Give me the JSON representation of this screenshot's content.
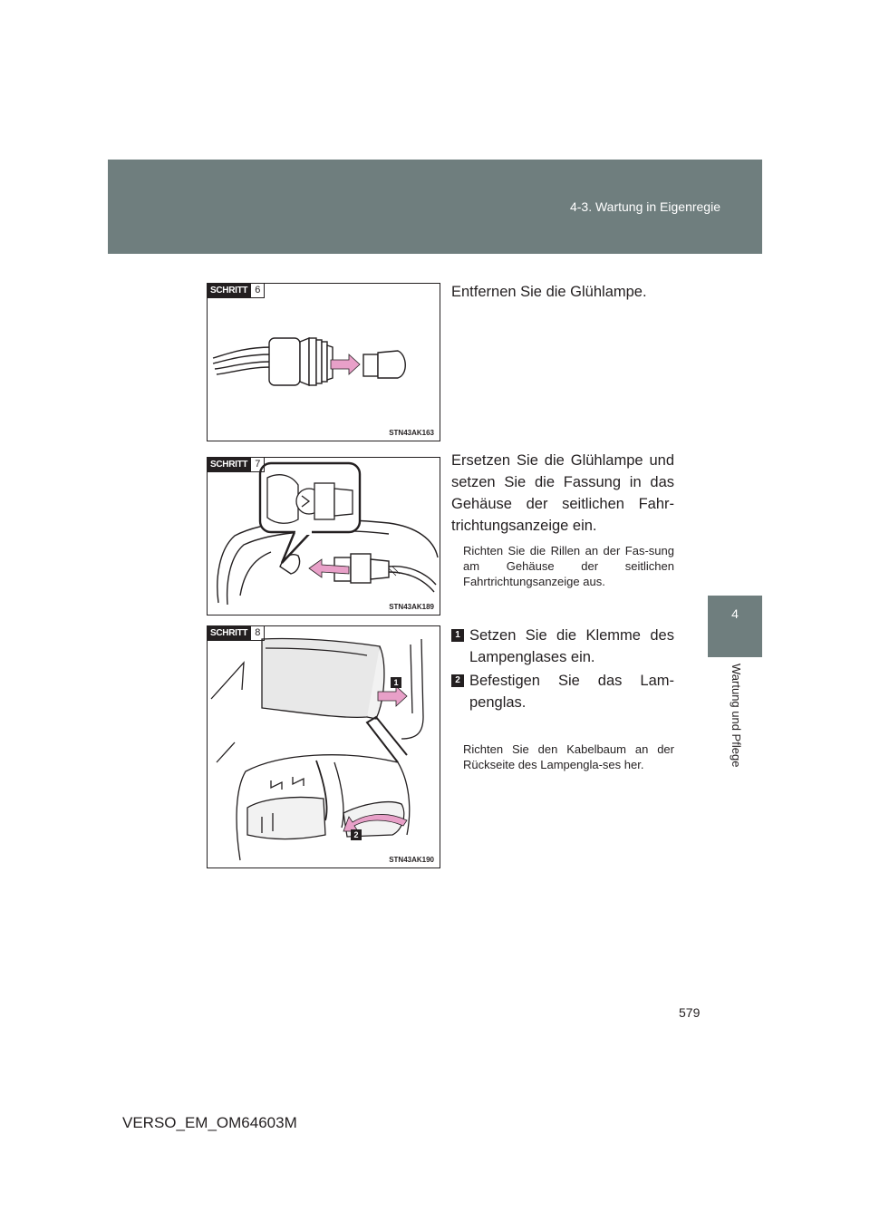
{
  "header": {
    "section": "4-3. Wartung in Eigenregie"
  },
  "side_tab": {
    "number": "4",
    "label": "Wartung und Pflege"
  },
  "steps": [
    {
      "badge_word": "SCHRITT",
      "badge_num": "6",
      "figure_code": "STN43AK163",
      "text": "Entfernen Sie die Glühlampe."
    },
    {
      "badge_word": "SCHRITT",
      "badge_num": "7",
      "figure_code": "STN43AK189",
      "text": "Ersetzen Sie die Glühlampe und setzen Sie die Fassung in das Gehäuse der seitlichen Fahr-trichtungsanzeige ein.",
      "note": "Richten Sie die Rillen an der Fas-sung am Gehäuse der seitlichen Fahrtrichtungsanzeige aus."
    },
    {
      "badge_word": "SCHRITT",
      "badge_num": "8",
      "figure_code": "STN43AK190",
      "items": [
        {
          "marker": "1",
          "text": "Setzen Sie die Klemme des Lampenglases ein."
        },
        {
          "marker": "2",
          "text": "Befestigen Sie das Lam-penglas."
        }
      ],
      "note": "Richten Sie den Kabelbaum an der Rückseite des Lampengla-ses her.",
      "callouts": [
        "1",
        "2"
      ]
    }
  ],
  "page_number": "579",
  "footer_code": "VERSO_EM_OM64603M",
  "colors": {
    "header_band": "#6f7e7e",
    "arrow": "#e8a0c8",
    "ink": "#231f20"
  }
}
